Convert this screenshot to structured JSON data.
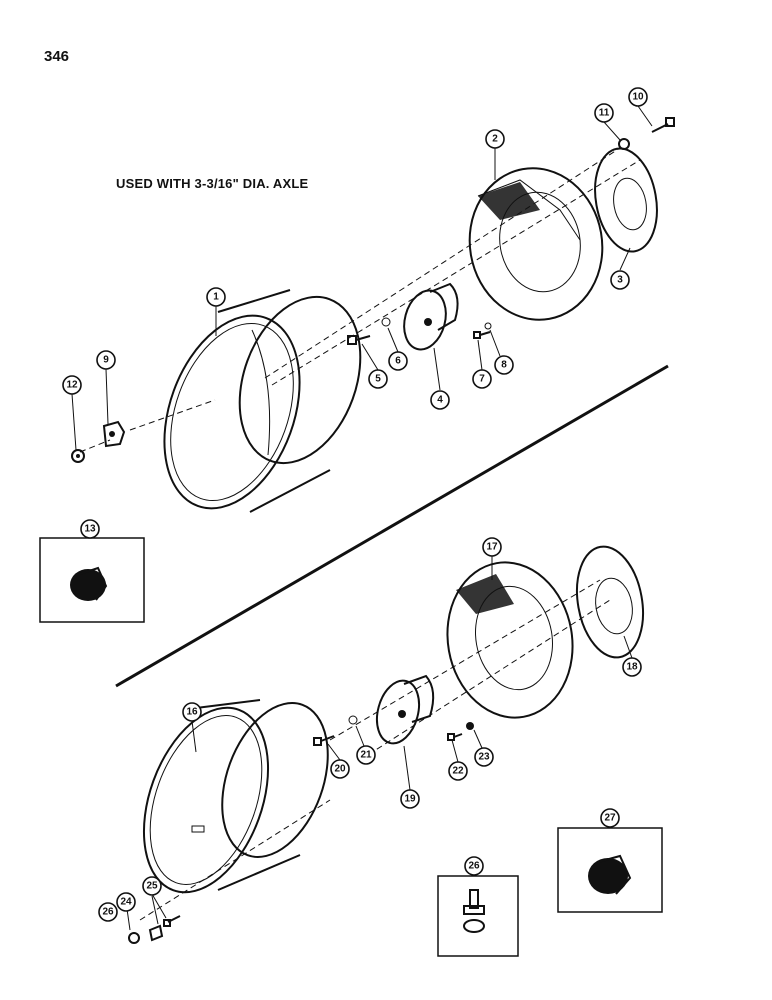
{
  "page": {
    "number": "346"
  },
  "subtitle": "USED WITH 3-3/16\" DIA. AXLE",
  "callouts": {
    "c1": "1",
    "c2": "2",
    "c3": "3",
    "c4": "4",
    "c5": "5",
    "c6": "6",
    "c7": "7",
    "c8": "8",
    "c9": "9",
    "c10": "10",
    "c11": "11",
    "c12": "12",
    "c13": "13",
    "c16": "16",
    "c17": "17",
    "c18": "18",
    "c19": "19",
    "c20": "20",
    "c21": "21",
    "c22": "22",
    "c23": "23",
    "c24": "24",
    "c25": "25",
    "c26a": "26",
    "c26b": "26",
    "c27": "27"
  }
}
